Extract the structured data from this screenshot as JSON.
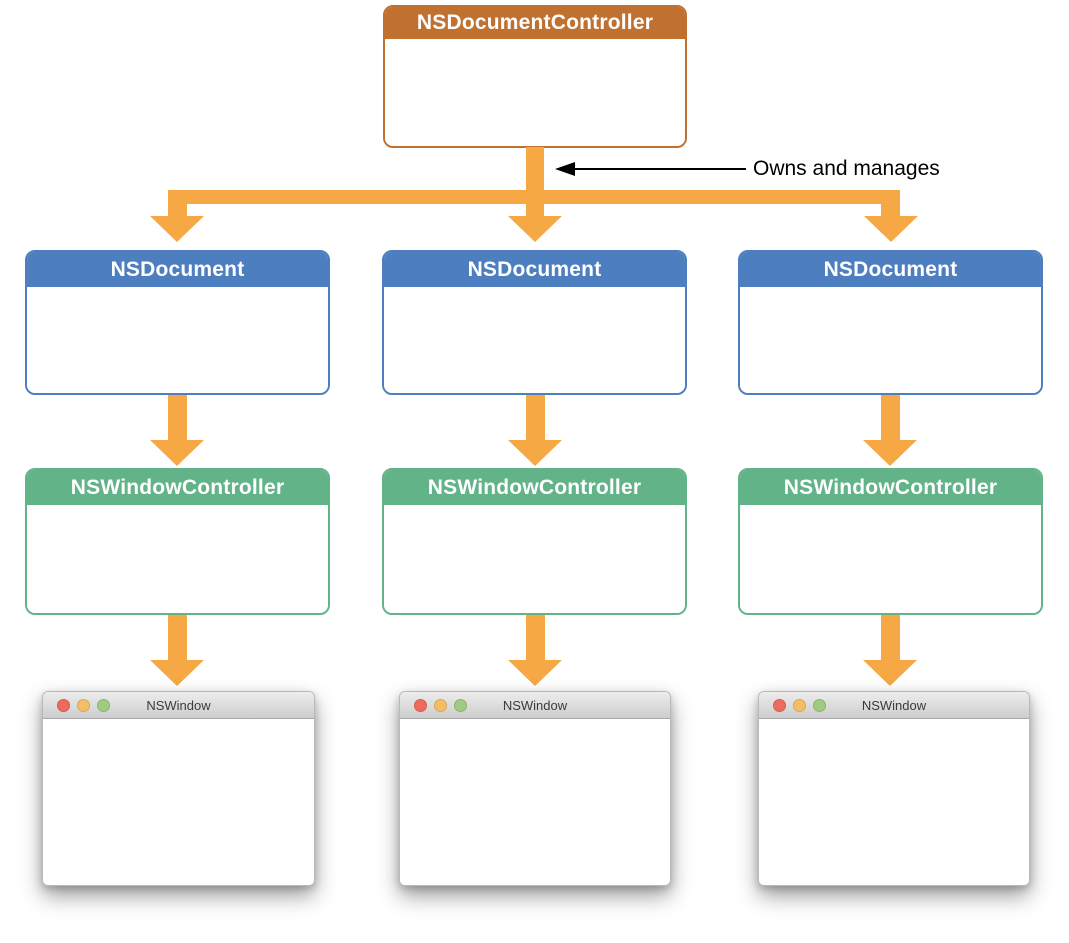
{
  "diagram": {
    "root": {
      "title": "NSDocumentController"
    },
    "annotation_label": "Owns and manages",
    "columns": [
      {
        "document_title": "NSDocument",
        "controller_title": "NSWindowController",
        "window_title": "NSWindow"
      },
      {
        "document_title": "NSDocument",
        "controller_title": "NSWindowController",
        "window_title": "NSWindow"
      },
      {
        "document_title": "NSDocument",
        "controller_title": "NSWindowController",
        "window_title": "NSWindow"
      }
    ]
  },
  "colors": {
    "root_header": "#C0712F",
    "document_header": "#4C7EC0",
    "controller_header": "#63B389",
    "arrow": "#F5A843",
    "annotation": "#000000",
    "traffic_red": "#EE6A5E",
    "traffic_yellow": "#F4BE66",
    "traffic_green": "#9FCC80",
    "titlebar_top": "#EDEDED",
    "titlebar_bottom": "#CDCDCD"
  }
}
